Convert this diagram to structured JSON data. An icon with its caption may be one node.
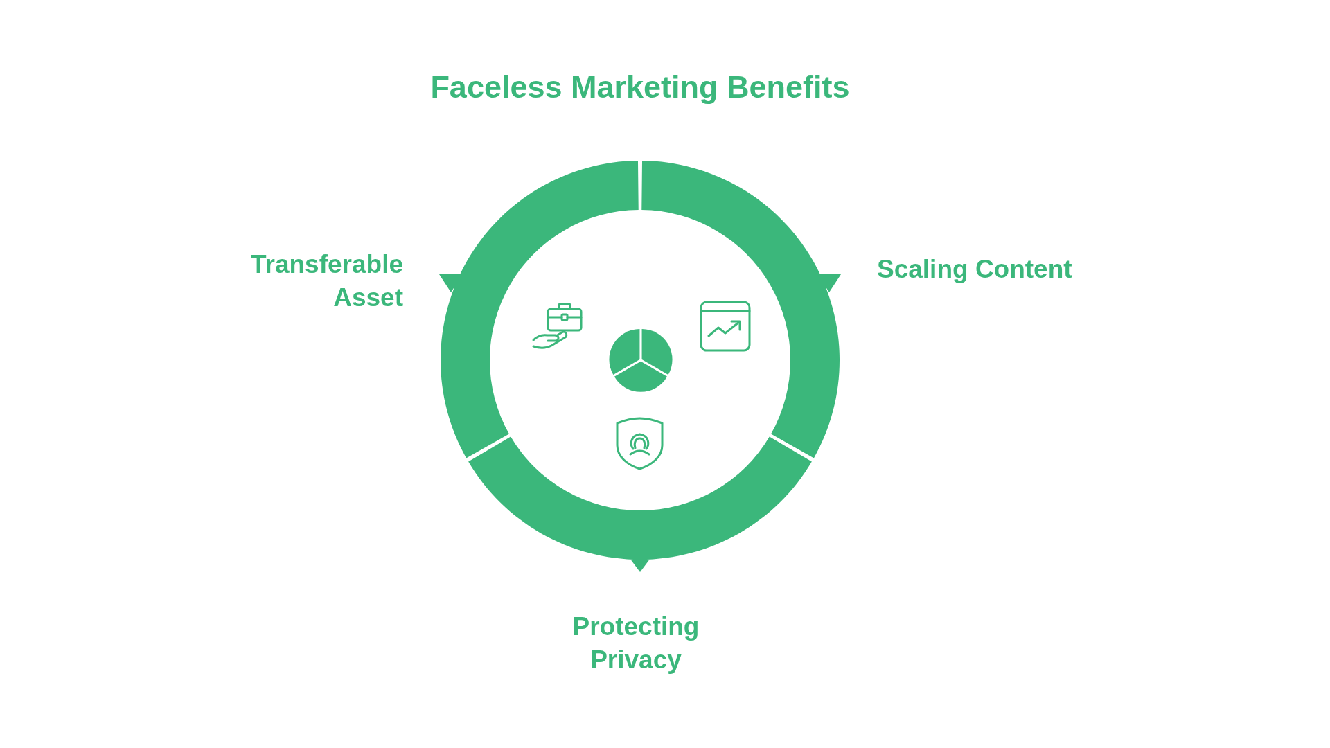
{
  "diagram": {
    "title": "Faceless Marketing Benefits",
    "nodes": [
      {
        "text": [],
        "shape": "arc",
        "beside": [
          "Transferable Asset"
        ]
      },
      {
        "text": [],
        "shape": "arc",
        "beside": [
          "Scaling Content"
        ]
      },
      {
        "text": [],
        "shape": "arc",
        "beside": [
          "Protecting Privacy"
        ]
      }
    ]
  }
}
